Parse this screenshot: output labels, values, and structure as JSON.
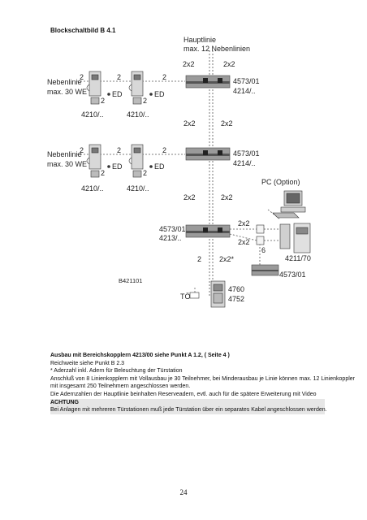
{
  "title": "Blockschaltbild B 4.1",
  "main_line": [
    "Hauptlinie",
    "max. 12 Nebenlinien"
  ],
  "branch_line": [
    "Nebenlinie",
    "max. 30 WE"
  ],
  "wire_labels": {
    "two_by_two": "2x2",
    "two": "2",
    "two_by_two_star": "2x2*",
    "six": "6",
    "ed": "ED"
  },
  "phones": {
    "set": "4210/.."
  },
  "modules": {
    "linecoupler": [
      "4573/01",
      "4214/.."
    ],
    "areacoupler": [
      "4573/01",
      "4213/.."
    ],
    "pc_interface": "4573/01",
    "door_station": [
      "4760",
      "4752"
    ],
    "desk_phone": "4211/70"
  },
  "pc": "PC (Option)",
  "drawing_ref": "B421101",
  "door_opener": "TÖ",
  "notes": {
    "heading": "Ausbau mit Bereichskopplern 4213/00 siehe Punkt A 1.2,  ( Seite 4 )",
    "lines": [
      "Reichweite siehe Punkt B 2.3",
      "* Aderzahl inkl. Adern für Beleuchtung der Türstation",
      "Anschluß von 8 Linienkopplern mit Vollausbau je 30 Teilnehmer, bei Minderausbau je Linie können max. 12 Linienkoppler",
      "mit insgesamt 250 Teilnehmern angeschlossen werden.",
      "Die Adernzahlen der Hauptlinie beinhalten Reserveadern, evtl. auch für die spätere Erweiterung mit Video"
    ],
    "warning_heading": "ACHTUNG",
    "warning": "Bei Anlagen mit mehreren Türstationen muß jede Türstation über ein separates Kabel angeschlossen werden."
  },
  "page_number": "24"
}
